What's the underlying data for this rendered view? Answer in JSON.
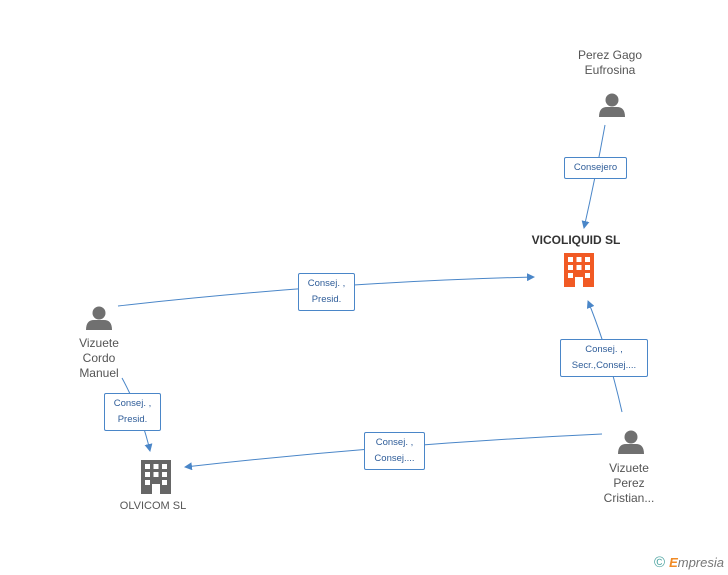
{
  "nodes": {
    "perez_gago": {
      "label_line1": "Perez Gago",
      "label_line2": "Eufrosina",
      "icon": "person-icon"
    },
    "vicoliquid": {
      "label": "VICOLIQUID SL",
      "icon": "building-icon",
      "color": "#f15a24"
    },
    "vizuete_cordo": {
      "label_line1": "Vizuete",
      "label_line2": "Cordo",
      "label_line3": "Manuel",
      "icon": "person-icon"
    },
    "olvicom": {
      "label": "OLVICOM SL",
      "icon": "building-icon",
      "color": "#666666"
    },
    "vizuete_perez": {
      "label_line1": "Vizuete",
      "label_line2": "Perez",
      "label_line3": "Cristian...",
      "icon": "person-icon"
    }
  },
  "edges": {
    "perez_to_vicoliquid": {
      "line1": "Consejero"
    },
    "cordo_to_vicoliquid": {
      "line1": "Consej. ,",
      "line2": "Presid."
    },
    "cordo_to_olvicom": {
      "line1": "Consej. ,",
      "line2": "Presid."
    },
    "cristian_to_vicoliquid": {
      "line1": "Consej. ,",
      "line2": "Secr.,Consej...."
    },
    "cristian_to_olvicom": {
      "line1": "Consej. ,",
      "line2": "Consej...."
    }
  },
  "colors": {
    "edge": "#4a86c8",
    "person": "#707070"
  },
  "brand": {
    "copyright": "©",
    "e": "E",
    "rest": "mpresia"
  }
}
